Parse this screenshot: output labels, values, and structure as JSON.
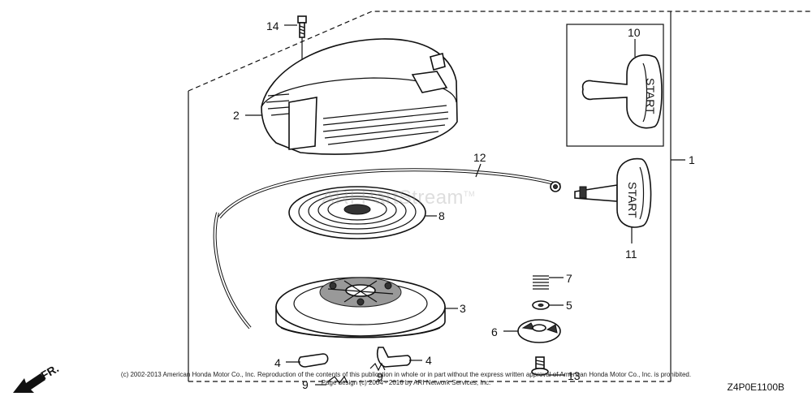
{
  "callouts": [
    "14",
    "2",
    "10",
    "12",
    "1",
    "8",
    "11",
    "7",
    "3",
    "5",
    "6",
    "4",
    "4",
    "9",
    "9",
    "13"
  ],
  "handle_text": [
    "START",
    "START"
  ],
  "front_label": "FR.",
  "watermark": "ARI PartStream",
  "watermark_tm": "TM",
  "copyright": {
    "line1": "(c) 2002-2013 American Honda Motor Co., Inc. Reproduction of the contents of this publication in whole or in part without the express written approval of American Honda Motor Co., Inc. is prohibited.",
    "line2": "Page design (c) 2004 - 2016 by ARI Network Services, Inc."
  },
  "drawing_code": "Z4P0E1100B"
}
